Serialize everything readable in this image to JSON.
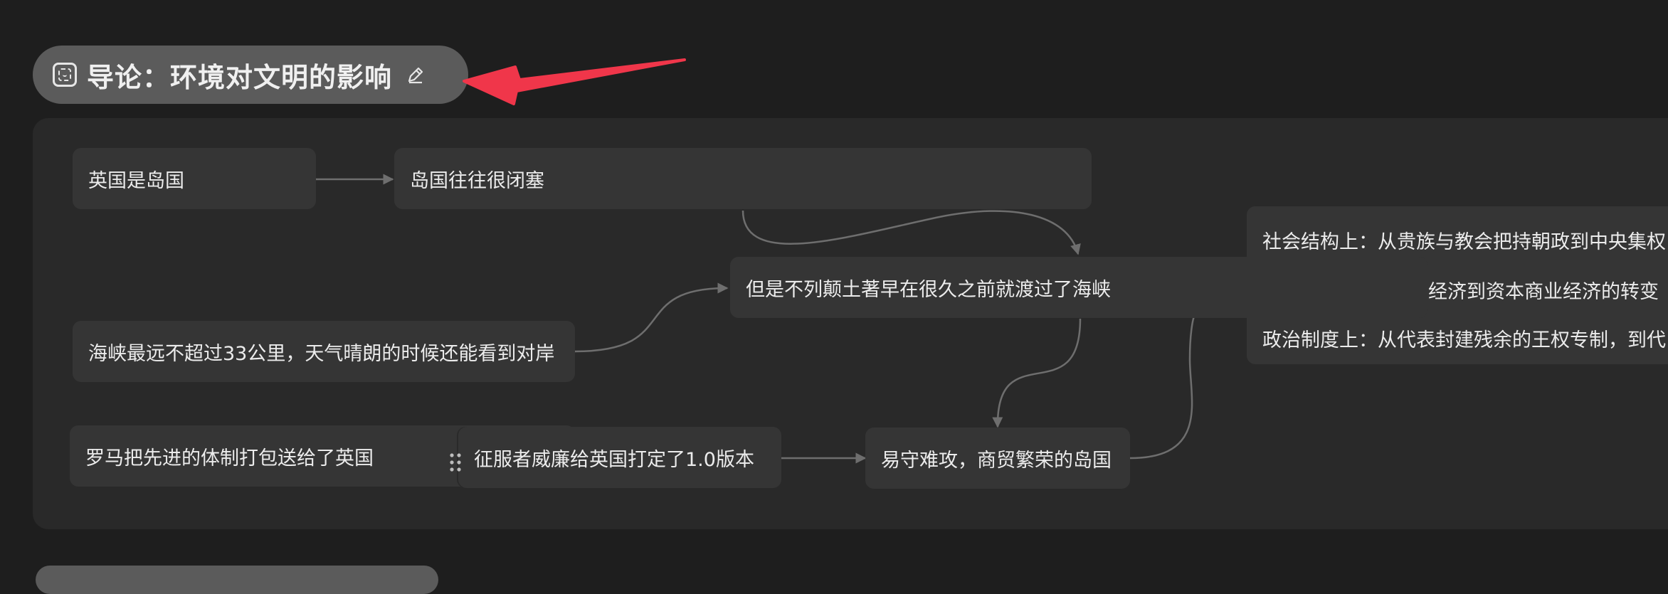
{
  "canvas": {
    "title": "导论：环境对文明的影响",
    "title_icon": "mind-map-icon",
    "edit_icon": "pencil-icon"
  },
  "nodes": {
    "n1": "英国是岛国",
    "n2": "岛国往往很闭塞",
    "n3": "但是不列颠土著早在很久之前就渡过了海峡",
    "n4": "海峡最远不超过33公里，天气晴朗的时候还能看到对岸",
    "n5": "罗马把先进的体制打包送给了英国",
    "n6": "征服者威廉给英国打定了1.0版本",
    "n7": "易守难攻，商贸繁荣的岛国",
    "group": [
      "社会结构上：从贵族与教会把持朝政到中央集权",
      "权经济到资本商业经济的转变",
      "政治制度上：从代表封建残余的王权专制，到代"
    ]
  },
  "colors": {
    "background": "#1e1e1e",
    "canvas": "#292929",
    "node": "#353535",
    "title_pill": "#5b5b5b",
    "annotation_arrow": "#f0364a"
  }
}
